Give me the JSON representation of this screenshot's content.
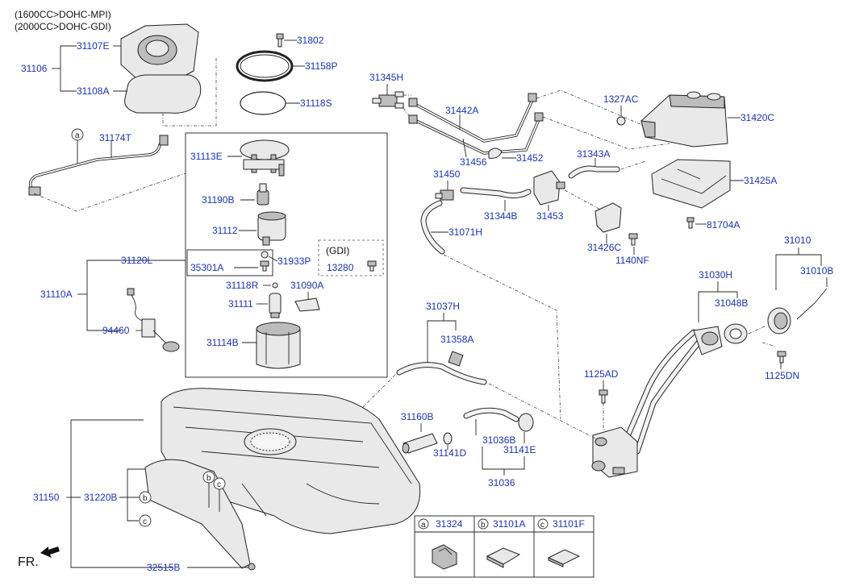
{
  "notes": {
    "engine_1": "(1600CC>DOHC-MPI)",
    "engine_2": "(2000CC>DOHC-GDI)",
    "gdi_box": "(GDI)",
    "fr": "FR."
  },
  "parts": {
    "p31107E": "31107E",
    "p31106": "31106",
    "p31108A": "31108A",
    "p31802": "31802",
    "p31158P": "31158P",
    "p31118S": "31118S",
    "p31174T": "31174T",
    "p31113E": "31113E",
    "p31190B": "31190B",
    "p31112": "31112",
    "p35301A": "35301A",
    "p31933P": "31933P",
    "p13280": "13280",
    "p31120L": "31120L",
    "p31110A": "31110A",
    "p31118R": "31118R",
    "p31090A": "31090A",
    "p31111": "31111",
    "p94460": "94460",
    "p31114B": "31114B",
    "p31345H": "31345H",
    "p31442A": "31442A",
    "p31456": "31456",
    "p31452": "31452",
    "p31450": "31450",
    "p31344B": "31344B",
    "p31453": "31453",
    "p31343A": "31343A",
    "p31071H": "31071H",
    "p1327AC": "1327AC",
    "p31420C": "31420C",
    "p31425A": "31425A",
    "p81704A": "81704A",
    "p31426C": "31426C",
    "p1140NF": "1140NF",
    "p31010": "31010",
    "p31010B": "31010B",
    "p31030H": "31030H",
    "p31048B": "31048B",
    "p1125DN": "1125DN",
    "p1125AD": "1125AD",
    "p31037H": "31037H",
    "p31358A": "31358A",
    "p31160B": "31160B",
    "p31141D": "31141D",
    "p31036B": "31036B",
    "p31141E": "31141E",
    "p31036": "31036",
    "p31150": "31150",
    "p31220B": "31220B",
    "p32515B": "32515B"
  },
  "callouts": {
    "a": "a",
    "b": "b",
    "c": "c"
  },
  "legend": {
    "a_letter": "a",
    "a_part": "31324",
    "b_letter": "b",
    "b_part": "31101A",
    "c_letter": "c",
    "c_part": "31101F"
  },
  "colors": {
    "label": "#1a33b5",
    "line": "#222222"
  }
}
